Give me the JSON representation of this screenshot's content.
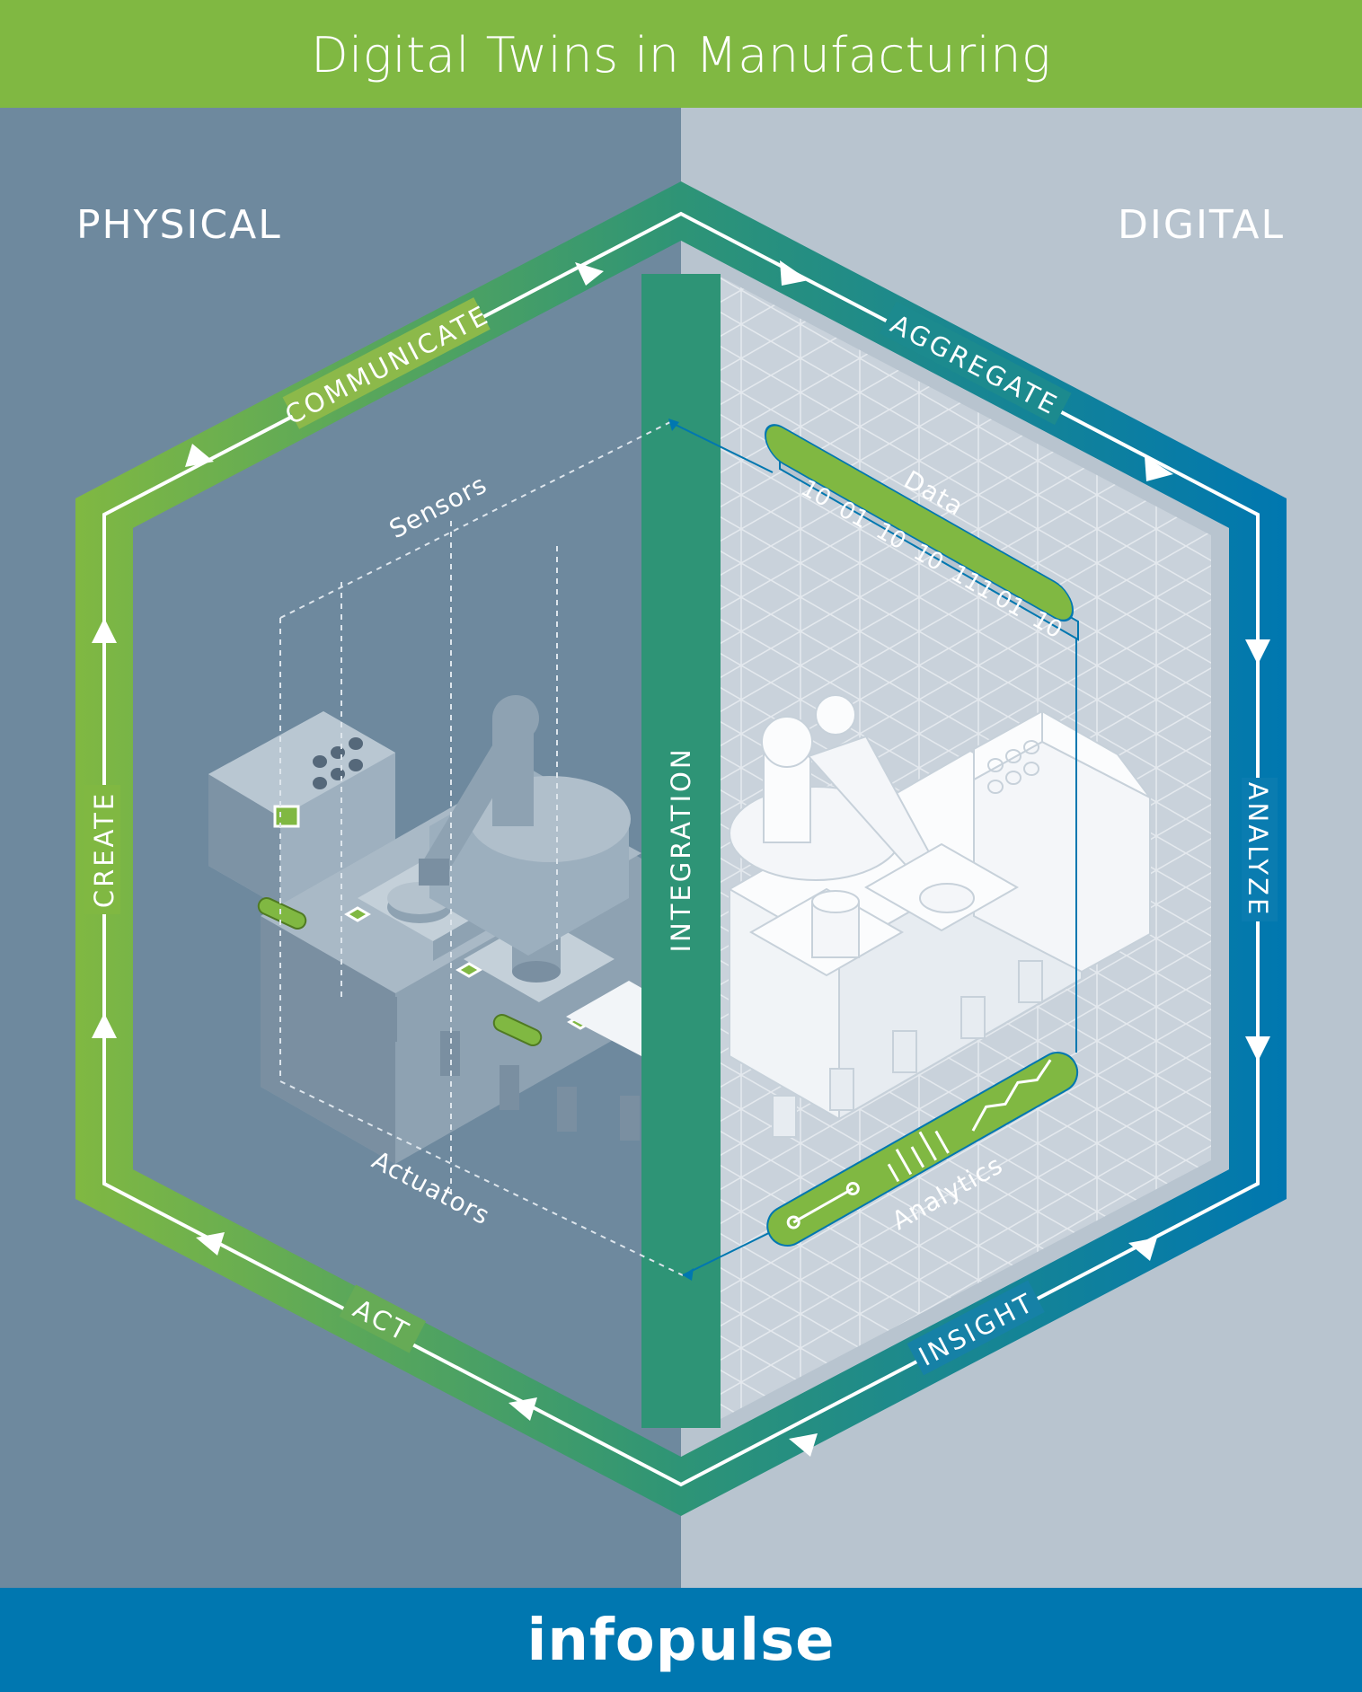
{
  "header": {
    "title": "Digital Twins in Manufacturing"
  },
  "panels": {
    "physical_label": "PHYSICAL",
    "digital_label": "DIGITAL"
  },
  "cycle": {
    "communicate": "COMMUNICATE",
    "aggregate": "AGGREGATE",
    "analyze": "ANALYZE",
    "insight": "INSIGHT",
    "act": "ACT",
    "create": "CREATE",
    "integration": "INTEGRATION"
  },
  "annotations": {
    "sensors": "Sensors",
    "actuators": "Actuators",
    "data": "Data",
    "analytics": "Analytics"
  },
  "data_bits": [
    "10",
    "01",
    "10",
    "10",
    "111",
    "01",
    "10"
  ],
  "footer": {
    "logo": "infopulse"
  },
  "colors": {
    "green": "#80b842",
    "teal": "#2e9476",
    "blue": "#0077b0",
    "physical_bg": "#6e899e",
    "digital_bg": "#b8c4cf"
  },
  "icons": [
    "arrow-icon",
    "sensor-icon",
    "actuator-icon",
    "robot-arm-icon",
    "control-panel-icon"
  ]
}
